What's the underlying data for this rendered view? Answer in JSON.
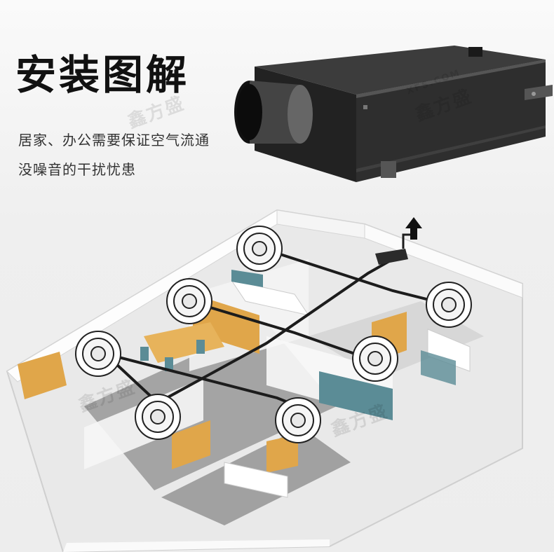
{
  "header": {
    "title": "安装图解",
    "subtitle_line1": "居家、办公需要保证空气流通",
    "subtitle_line2": "没噪音的干扰忧患"
  },
  "watermark": {
    "logo_text": "鑫方盛",
    "domain_text": "XFS.COM"
  },
  "illustration": {
    "product": "duct-fan-box",
    "diffusers": [
      "ceiling-vent",
      "ceiling-vent",
      "ceiling-vent",
      "ceiling-vent",
      "ceiling-vent",
      "ceiling-vent",
      "ceiling-vent"
    ],
    "exhaust_direction": "up-arrow-icon"
  },
  "colors": {
    "title": "#111111",
    "subtitle": "#333333",
    "fan_body": "#2b2b2b",
    "duct": "#1c1c1c",
    "wood": "#e0a64a",
    "sofa": "#5b8c96"
  }
}
